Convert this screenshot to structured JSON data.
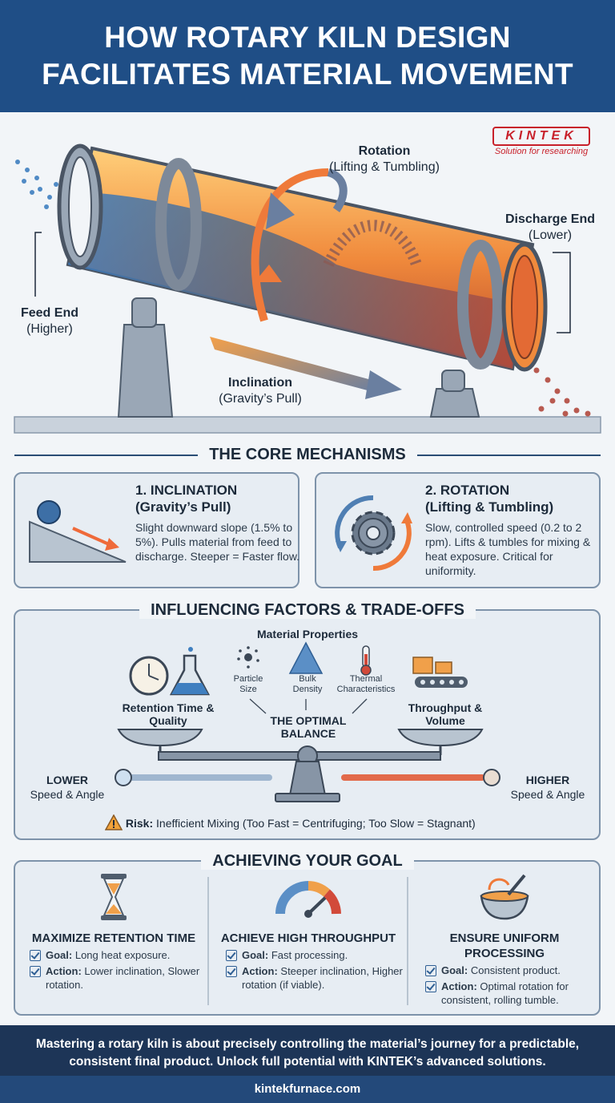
{
  "header": {
    "line1": "HOW ROTARY KILN DESIGN",
    "line2": "FACILITATES MATERIAL MOVEMENT"
  },
  "logo": {
    "brand": "KINTEK",
    "tagline": "Solution for researching"
  },
  "hero": {
    "rotation": {
      "title": "Rotation",
      "sub": "(Lifting & Tumbling)"
    },
    "discharge": {
      "title": "Discharge End",
      "sub": "(Lower)"
    },
    "feed": {
      "title": "Feed End",
      "sub": "(Higher)"
    },
    "inclination": {
      "title": "Inclination",
      "sub": "(Gravity’s Pull)"
    }
  },
  "core": {
    "title": "THE CORE MECHANISMS",
    "inclination": {
      "h1": "1. INCLINATION",
      "h2": "(Gravity’s Pull)",
      "body": "Slight downward slope (1.5% to 5%). Pulls material from feed to discharge. Steeper = Faster flow."
    },
    "rotation": {
      "h1": "2. ROTATION",
      "h2": "(Lifting & Tumbling)",
      "body": "Slow, controlled speed (0.2 to 2 rpm). Lifts & tumbles for mixing & heat exposure. Critical for uniformity."
    }
  },
  "factors": {
    "title": "INFLUENCING FACTORS & TRADE-OFFS",
    "material_properties": "Material Properties",
    "particle_size": "Particle Size",
    "bulk_density": "Bulk Density",
    "thermal": "Thermal Characteristics",
    "retention": "Retention Time & Quality",
    "throughput": "Throughput & Volume",
    "optimal": "THE OPTIMAL BALANCE",
    "lower_title": "LOWER",
    "lower_sub": "Speed & Angle",
    "higher_title": "HIGHER",
    "higher_sub": "Speed & Angle",
    "risk_label": "Risk:",
    "risk_text": " Inefficient Mixing (Too Fast = Centrifuging; Too Slow = Stagnant)"
  },
  "goal": {
    "title": "ACHIEVING YOUR GOAL",
    "goal_label": "Goal:",
    "action_label": "Action:",
    "cols": [
      {
        "title": "MAXIMIZE RETENTION TIME",
        "goal": " Long heat exposure.",
        "action": " Lower inclination, Slower rotation."
      },
      {
        "title": "ACHIEVE HIGH THROUGHPUT",
        "goal": " Fast processing.",
        "action": " Steeper inclination, Higher rotation (if viable)."
      },
      {
        "title": "ENSURE UNIFORM PROCESSING",
        "goal": " Consistent product.",
        "action": " Optimal rotation for consistent, rolling tumble."
      }
    ]
  },
  "footer": {
    "text": "Mastering a rotary kiln is about precisely controlling the material’s journey for a predictable, consistent final product. Unlock full potential with KINTEK’s advanced solutions.",
    "url": "kintekfurnace.com"
  },
  "colors": {
    "header": "#1f4e86",
    "footer": "#1d3557",
    "kiln": "#f08a3c",
    "accent_red": "#c8202a"
  }
}
